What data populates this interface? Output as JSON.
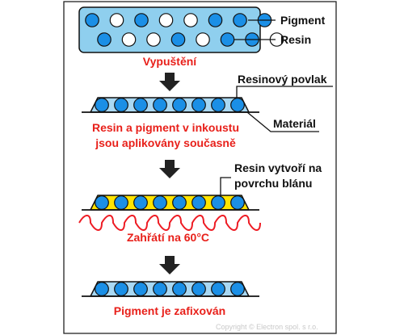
{
  "legend": {
    "pigment": "Pigment",
    "resin": "Resin"
  },
  "steps": [
    {
      "caption_lines": [
        "Vypuštění"
      ]
    },
    {
      "caption_lines": [
        "Resin a pigment v inkoustu",
        "jsou aplikovány současně"
      ]
    },
    {
      "caption_lines": [
        "Zahřátí na 60°C"
      ]
    },
    {
      "caption_lines": [
        "Pigment je zafixován"
      ]
    }
  ],
  "callouts": {
    "resin_coating": "Resinový povlak",
    "material": "Materiál",
    "resin_film_lines": [
      "Resin vytvoří na",
      "povrchu blánu"
    ]
  },
  "copyright": "Copyright © Electron spol. s r.o.",
  "colors": {
    "pigment": "#1b8fe6",
    "resin": "#ffffff",
    "ink_box": "#8fcfee",
    "coating_blue": "#a9d8f3",
    "coating_yellow": "#ffe400",
    "heat_wave": "#ee1c24",
    "caption": "#e8201a",
    "arrow": "#222222"
  }
}
